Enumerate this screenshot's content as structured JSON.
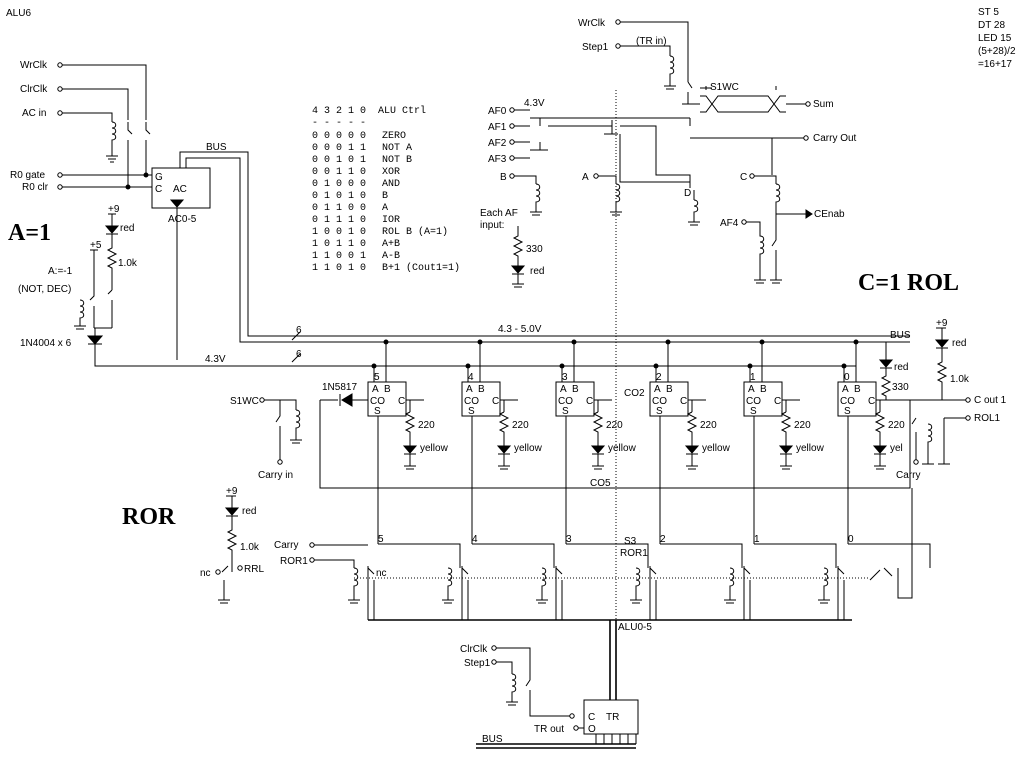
{
  "title": "ALU6",
  "stats": [
    "ST   5",
    "DT  28",
    "LED 15",
    "(5+28)/2",
    "=16+17"
  ],
  "big_labels": {
    "a1": "A=1",
    "c1rol": "C=1  ROL",
    "ror": "ROR"
  },
  "left_inputs": {
    "wrclk": "WrClk",
    "clrclk": "ClrClk",
    "acin": "AC in",
    "r0gate": "R0 gate",
    "r0clr": "R0 clr"
  },
  "ac_block": {
    "g": "G",
    "c": "C",
    "ac": "AC",
    "out": "AC0-5",
    "bus": "BUS"
  },
  "left_power": {
    "plus9": "+9",
    "red": "red",
    "r1k": "1.0k",
    "plus5": "+5",
    "adec": "A:=-1",
    "notdec": "(NOT, DEC)",
    "diode": "1N4004 x 6"
  },
  "table": {
    "header": "4 3 2 1 0  ALU Ctrl",
    "dashes": "- - - - -",
    "rows": [
      {
        "bits": "0 0 0 0 0",
        "op": "ZERO"
      },
      {
        "bits": "0 0 0 1 1",
        "op": "NOT A"
      },
      {
        "bits": "0 0 1 0 1",
        "op": "NOT B"
      },
      {
        "bits": "0 0 1 1 0",
        "op": "XOR"
      },
      {
        "bits": "0 1 0 0 0",
        "op": "AND"
      },
      {
        "bits": "0 1 0 1 0",
        "op": "B"
      },
      {
        "bits": "0 1 1 0 0",
        "op": "A"
      },
      {
        "bits": "0 1 1 1 0",
        "op": "IOR"
      },
      {
        "bits": "1 0 0 1 0",
        "op": "ROL B (A=1)"
      },
      {
        "bits": "1 0 1 1 0",
        "op": "A+B"
      },
      {
        "bits": "1 1 0 0 1",
        "op": "A-B"
      },
      {
        "bits": "1 1 0 1 0",
        "op": "B+1 (Cout1=1)"
      }
    ]
  },
  "top_right": {
    "wrclk": "WrClk",
    "step1": "Step1",
    "trin": "(TR in)",
    "s1wc": "S1WC",
    "sum": "Sum",
    "v43": "4.3V",
    "af0": "AF0",
    "af1": "AF1",
    "af2": "AF2",
    "af3": "AF3",
    "af4": "AF4",
    "carryout": "Carry Out",
    "b": "B",
    "a": "A",
    "d": "D",
    "c": "C",
    "cenab": "CEnab",
    "eachaf": "Each AF",
    "input": "input:",
    "r330": "330",
    "red": "red"
  },
  "bus_area": {
    "six1": "6",
    "six2": "6",
    "v43": "4.3V",
    "range": "4.3 - 5.0V",
    "bus": "BUS"
  },
  "adders": {
    "bit_labels": [
      "5",
      "4",
      "3",
      "2",
      "1",
      "0"
    ],
    "a": "A",
    "b": "B",
    "co": "CO",
    "c": "C",
    "s": "S",
    "r220": "220",
    "yellow": "yellow",
    "yel": "yel",
    "co2": "CO2",
    "co5": "CO5",
    "diode": "1N5817",
    "s1wc": "S1WC",
    "carryin": "Carry in",
    "plus9": "+9",
    "red": "red",
    "r1k": "1.0k",
    "r330": "330",
    "cout1": "C out 1",
    "rol1": "ROL1",
    "carry": "Carry"
  },
  "ror_row": {
    "plus9": "+9",
    "red": "red",
    "r1k": "1.0k",
    "nc": "nc",
    "rrl": "RRL",
    "carry": "Carry",
    "ror1": "ROR1",
    "nc2": "nc",
    "s3": "S3",
    "ror1b": "ROR1",
    "bits": [
      "5",
      "4",
      "3",
      "2",
      "1",
      "0"
    ],
    "alu": "ALU0-5"
  },
  "tr_block": {
    "clrclk": "ClrClk",
    "step1": "Step1",
    "c": "C",
    "o": "O",
    "tr": "TR",
    "trout": "TR out",
    "bus": "BUS"
  }
}
